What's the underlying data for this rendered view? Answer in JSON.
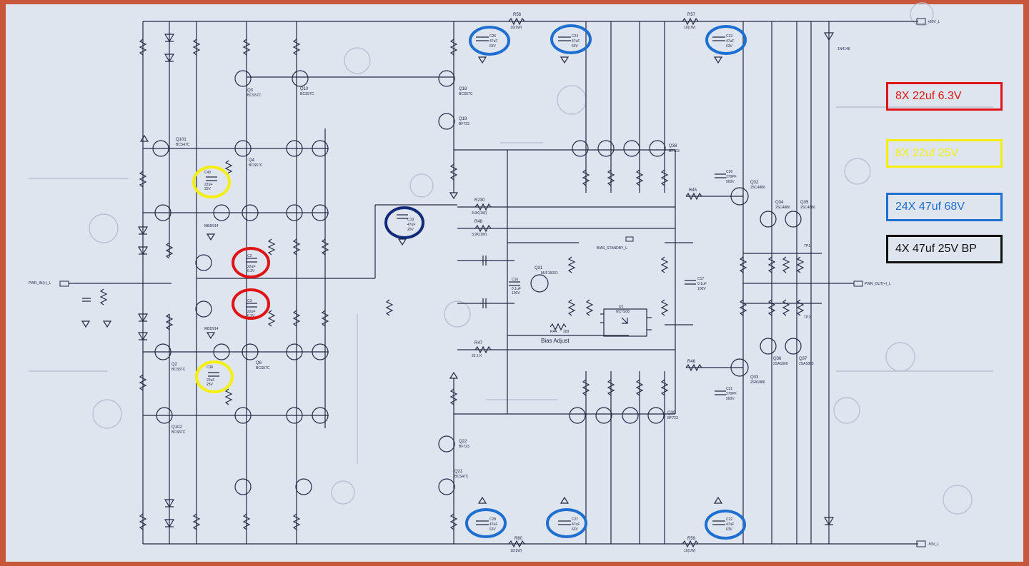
{
  "legend": {
    "red": "8X 22uf 6.3V",
    "yellow": "8X 22uf 25V",
    "blue": "24X 47uf 68V",
    "black": "4X 47uf 25V BP"
  },
  "colors": {
    "red": "#e01414",
    "yellow": "#f5ef10",
    "blue": "#1e6fd0",
    "black": "#111111",
    "navy": "#122a7a",
    "frame": "#c8563a",
    "paper": "#dfe5ef",
    "ink": "#242a44"
  },
  "schematic": {
    "resistors": {
      "r58": "R58",
      "r58_val": "10(1W)",
      "r57": "R57",
      "r57_val": "10(1W)",
      "r60": "R60",
      "r60_val": "10(1W)",
      "r59": "R59",
      "r59_val": "10(1W)",
      "r230": "R230",
      "r230_val": "3.9K(1W)",
      "r48": "R48",
      "r48_val": "3.9K(1W)",
      "r47": "R47",
      "r47_val": "22.1 K",
      "r45": "R45",
      "r46": "R46",
      "r44": "R44",
      "r44_val": "200"
    },
    "transistors": {
      "q18": "Q18",
      "q18_type": "BCS57C",
      "q19": "Q19",
      "q19_type": "BF723",
      "q22": "Q22",
      "q22_type": "BF723",
      "q21": "Q21",
      "q21_type": "BCS47C",
      "q31": "Q31",
      "q31_type": "MJF15031",
      "q32": "Q32",
      "q32_type": "2SC4886",
      "q33": "Q33",
      "q33_type": "2SA1886",
      "q34": "Q34",
      "q34_type": "2SC4886",
      "q35": "Q35",
      "q35_type": "2SC4886",
      "q36": "Q36",
      "q36_type": "2SA1860",
      "q37": "Q37",
      "q37_type": "2SA1860",
      "q38": "Q38",
      "q38_type": "BF723",
      "q39": "Q39",
      "q39_type": "BF723",
      "q101": "Q101",
      "q101_type": "BCS47C",
      "q102": "Q102",
      "q102_type": "BCS57C",
      "q3": "Q3",
      "q3_type": "BCS57C",
      "q2": "Q2",
      "q2_type": "BCS57C",
      "q4": "Q4",
      "q4_type": "BCS57C",
      "q6": "Q6",
      "q6_type": "BCS57C",
      "q10": "Q10",
      "q10_type": "BCS57C"
    },
    "nodes": {
      "pwr_in": "PWR_IN(+)_L",
      "pwr_out": "PWR_OUT(+)_L",
      "plus_rail": "+50V_L",
      "minus_rail": "-50V_L",
      "bias_standby": "BIAS_STANDBY_L",
      "bias_adjust": "Bias Adjust",
      "tp1": "TP1",
      "tp2": "TP2",
      "d1_type": "MBD914",
      "d2_type": "MBD914",
      "hs": "1N4148"
    },
    "capacitors": {
      "c25": "C25",
      "c25_val": "47uF",
      "c25_v": "63V",
      "c24": "C24",
      "c23": "C23",
      "c28": "C28",
      "c27": "C27",
      "c22": "C22",
      "c19": "C19",
      "c19_val": "47uF",
      "c19_v": "25V",
      "c43": "C43",
      "c43_val": "22uF",
      "c43_v": "25V",
      "c36": "C36",
      "c36_val": "22uF",
      "c36_v": "25V",
      "c26": "C26",
      "c26_val": "270PF",
      "c26_v": "500V",
      "c31": "C31",
      "c31_val": "270PF",
      "c31_v": "500V",
      "c17": "C17",
      "c17_val": "0.1uF",
      "c17_v": "100V",
      "c16": "C16",
      "c16_val": "0.1uF",
      "c16_v": "100V",
      "c2": "C2",
      "c2_val": "22uF",
      "c2_v": "6.3V",
      "c3": "C3",
      "c3_val": "22uF",
      "c3_v": "6.3V"
    },
    "ic": {
      "u1": "U1",
      "u1_type": "NC7S08"
    }
  }
}
